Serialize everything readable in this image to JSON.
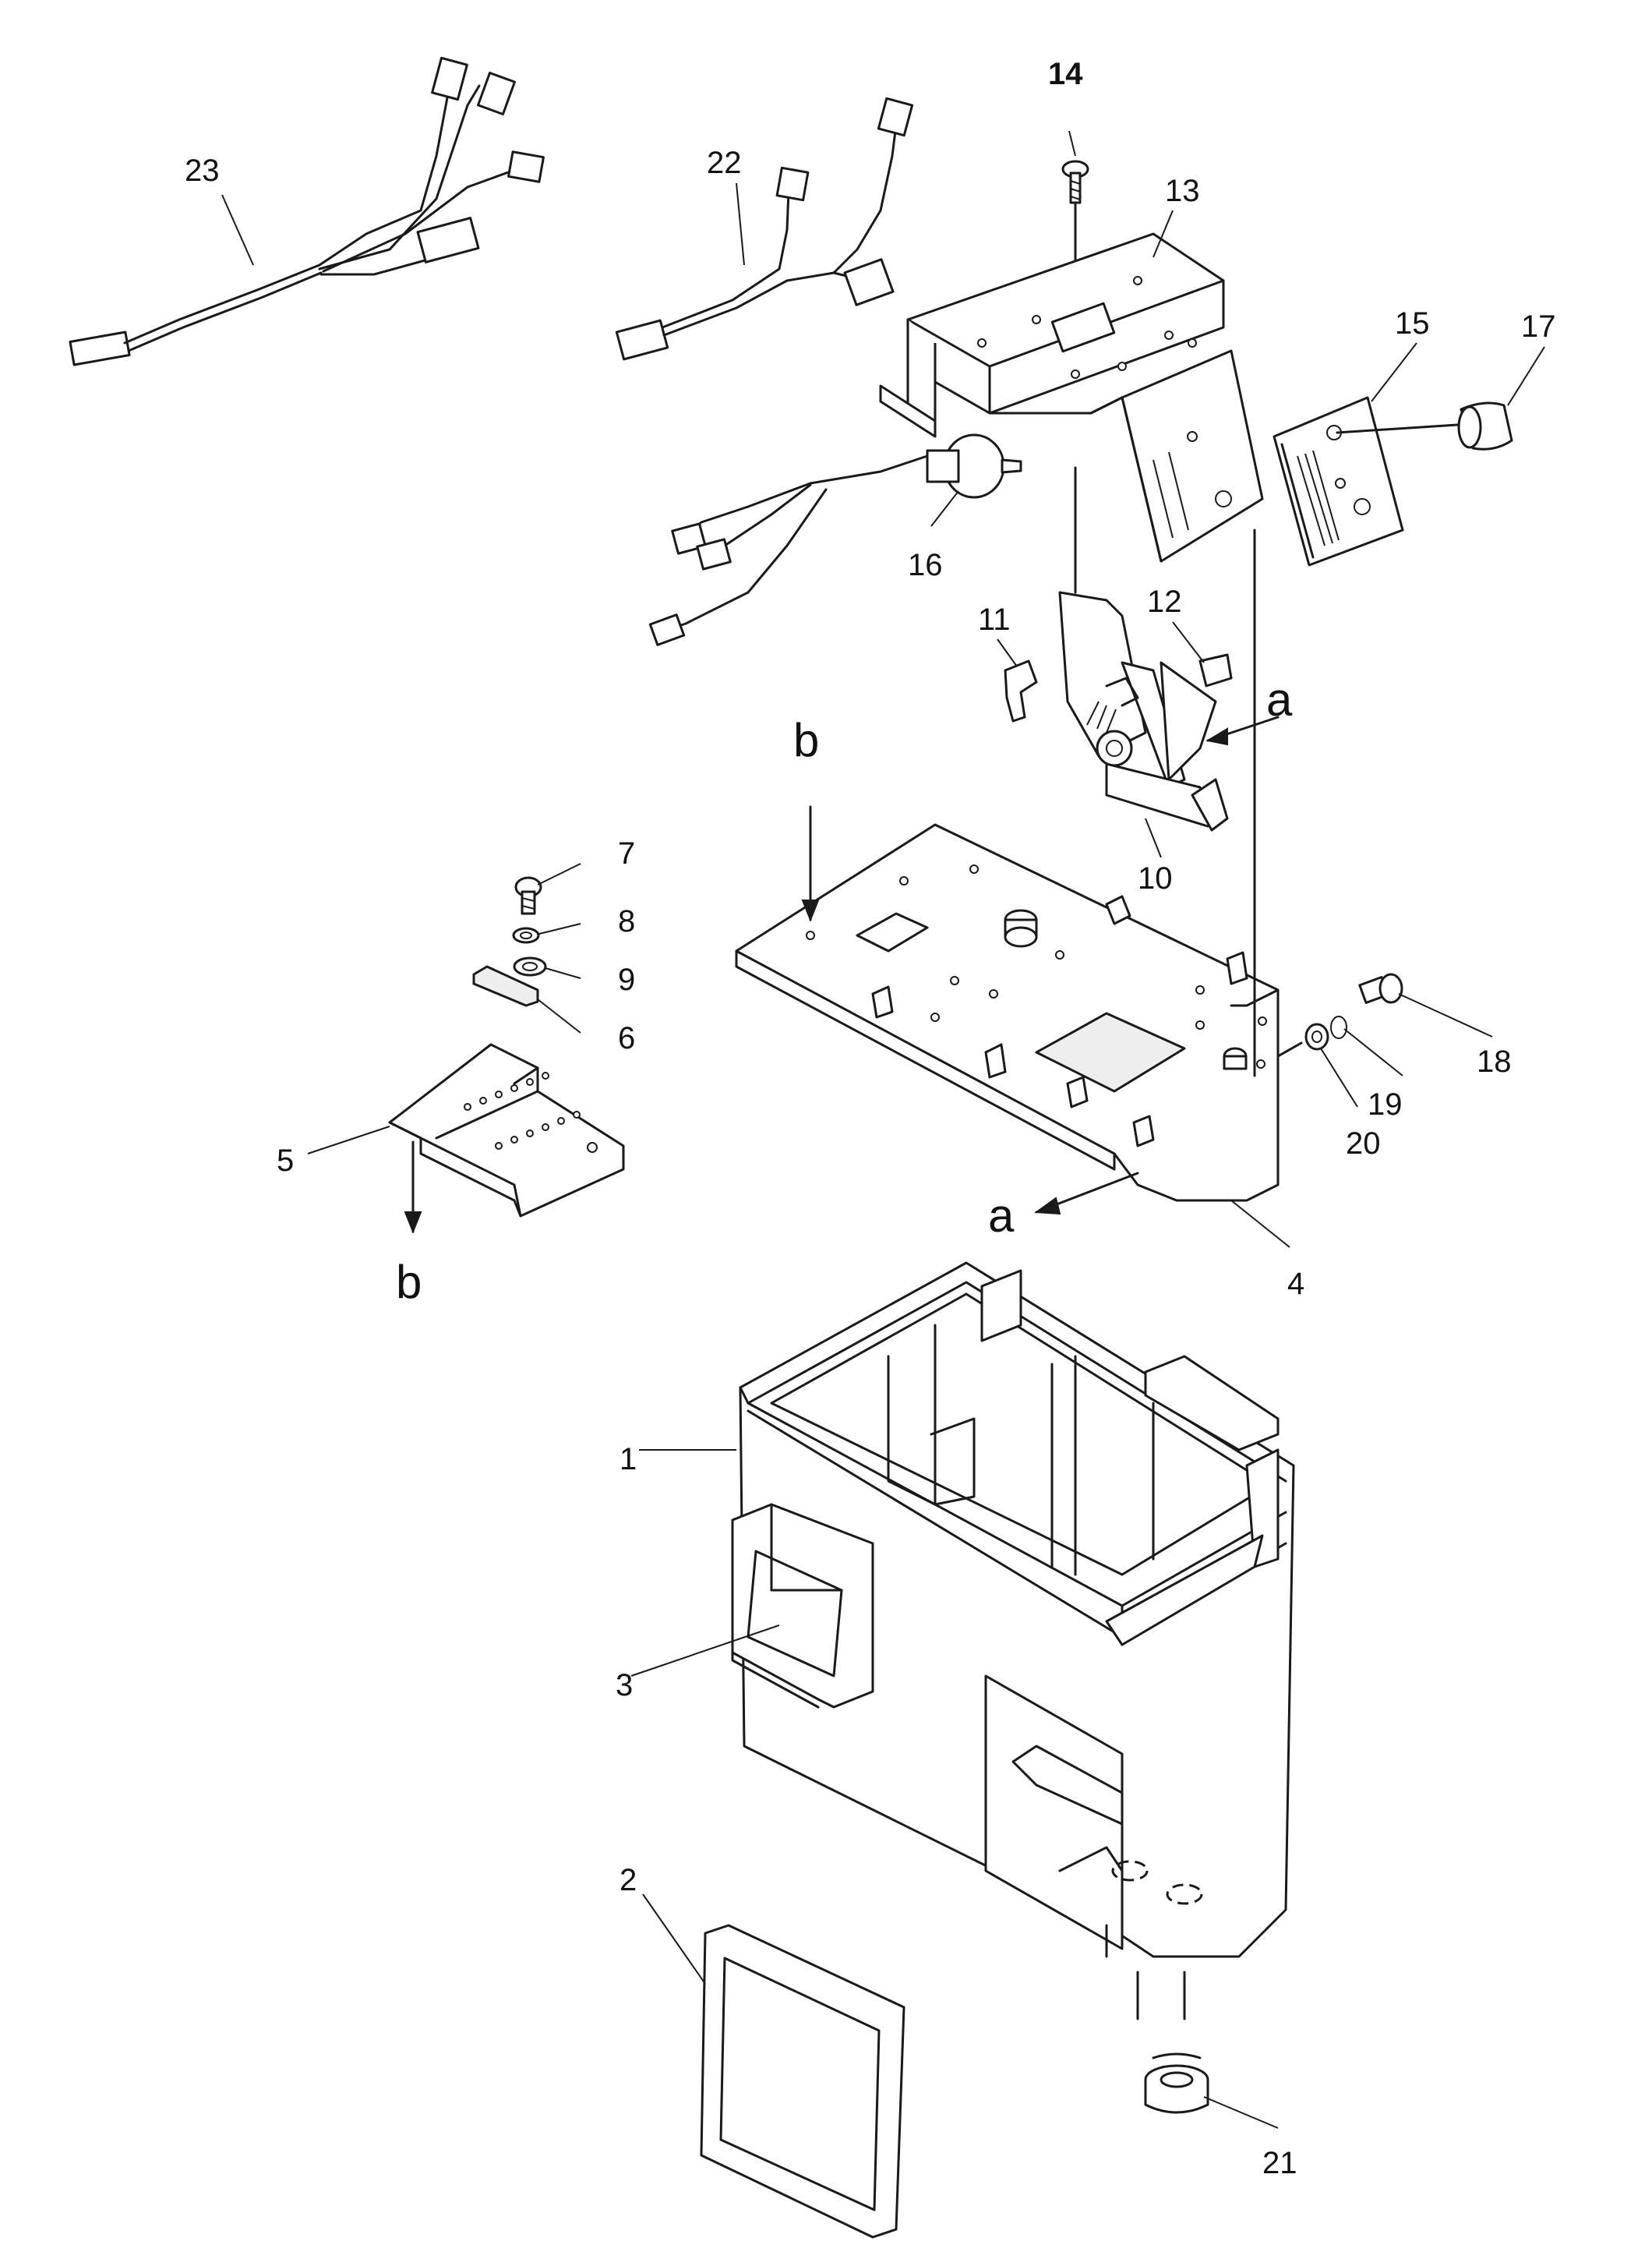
{
  "callouts": {
    "p1": "1",
    "p2": "2",
    "p3": "3",
    "p4": "4",
    "p5": "5",
    "p6": "6",
    "p7": "7",
    "p8": "8",
    "p9": "9",
    "p10": "10",
    "p11": "11",
    "p12": "12",
    "p13": "13",
    "p14": "14",
    "p15": "15",
    "p16": "16",
    "p17": "17",
    "p18": "18",
    "p19": "19",
    "p20": "20",
    "p21": "21",
    "p22": "22",
    "p23": "23"
  },
  "references": {
    "a_upper": "a",
    "a_lower": "a",
    "b_upper": "b",
    "b_lower": "b"
  }
}
